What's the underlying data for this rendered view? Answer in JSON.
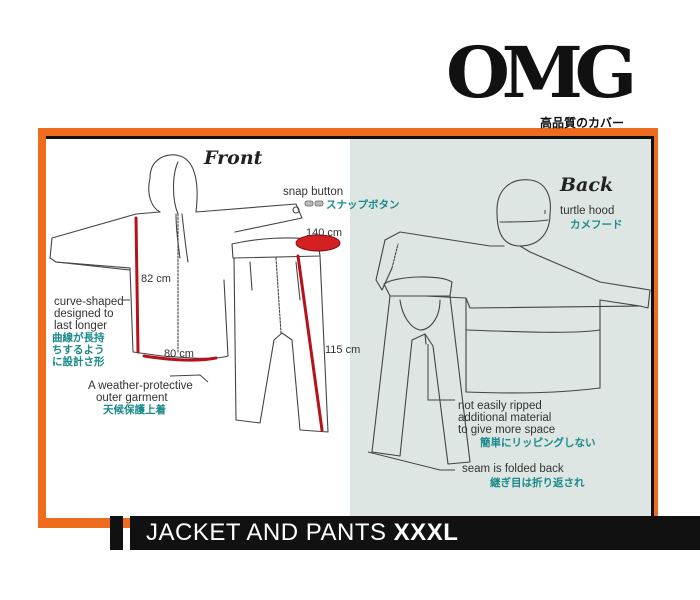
{
  "logo": {
    "word": "OMG",
    "tagline": "高品質のカバー"
  },
  "front_label": "Front",
  "back_label": "Back",
  "measurements": {
    "sleeve": "140 cm",
    "jacket_length": "82 cm",
    "jacket_width": "80 cm",
    "pants_length": "115 cm"
  },
  "annotations": {
    "snap_en": "snap button",
    "snap_jp": "スナップボタン",
    "curve_en_1": "curve-shaped",
    "curve_en_2": "designed to",
    "curve_en_3": "last longer",
    "curve_jp_1": "曲線が長持",
    "curve_jp_2": "ちするよう",
    "curve_jp_3": "に設計さ形",
    "outer_en_1": "A weather-protective",
    "outer_en_2": "outer garment",
    "outer_jp": "天候保護上着",
    "hood_en": "turtle hood",
    "hood_jp": "カメフード",
    "rip_en_1": "not easily ripped",
    "rip_en_2": "additional material",
    "rip_en_3": "to give more space",
    "rip_jp": "簡単にリッピングしない",
    "seam_en": "seam is folded back",
    "seam_jp": "継ぎ目は折り返され"
  },
  "banner": {
    "title": "JACKET AND PANTS",
    "size": "XXXL"
  },
  "colors": {
    "accent_orange": "#ef6c1f",
    "back_panel": "#dde6e3",
    "measure_red": "#b5121b",
    "jp_text": "#1a8a8a"
  }
}
